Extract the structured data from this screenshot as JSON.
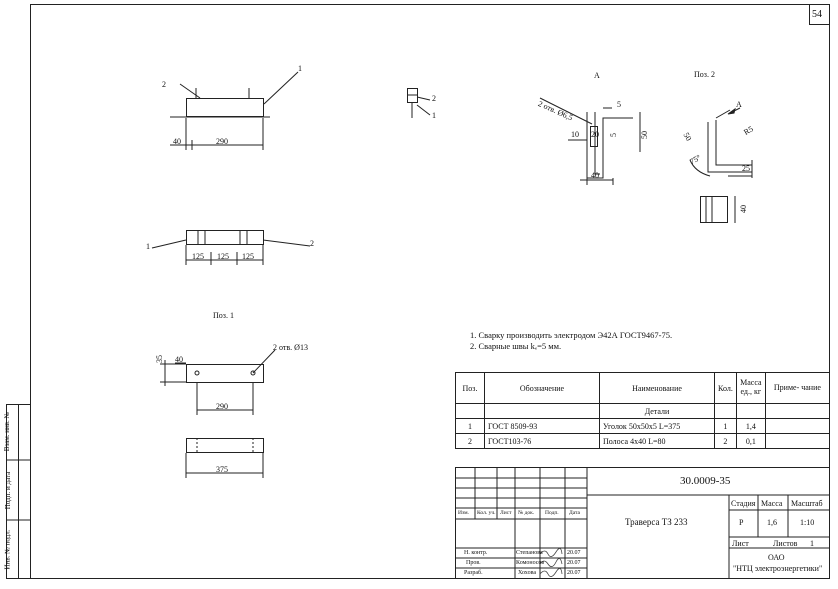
{
  "sheet_number": "54",
  "side_stamps": [
    "Взам. инв. №",
    "Подп. и дата",
    "Инв. № подл."
  ],
  "drawing": {
    "view_a_label": "А",
    "pos2_title": "Поз. 2",
    "pos1_title": "Поз. 1",
    "view_a_arrow": "А",
    "leaders": [
      "1",
      "2"
    ],
    "dims_assembly": [
      "40",
      "290"
    ],
    "dims_plan": [
      "125",
      "125",
      "125"
    ],
    "dims_section_a": [
      "2 отв. Ø6,5",
      "5",
      "10",
      "20",
      "5",
      "50",
      "40"
    ],
    "dims_pos2": [
      "50",
      "R5",
      "75°",
      "25",
      "40"
    ],
    "dims_pos1_top": [
      "35",
      "40",
      "2 отв. Ø13",
      "290"
    ],
    "dims_pos1_bottom": [
      "375"
    ]
  },
  "notes": [
    "1. Сварку производить электродом Э42А ГОСТ9467-75.",
    "2. Сварные швы kₑ=5 мм."
  ],
  "spec": {
    "headers": [
      "Поз.",
      "Обозначение",
      "Наименование",
      "Кол.",
      "Масса ед., кг",
      "Приме- чание"
    ],
    "section": "Детали",
    "rows": [
      {
        "pos": "1",
        "designation": "ГОСТ 8509-93",
        "name": "Уголок 50х50х5 L=375",
        "qty": "1",
        "mass": "1,4",
        "note": ""
      },
      {
        "pos": "2",
        "designation": "ГОСТ103-76",
        "name": "Полоса 4х40 L=80",
        "qty": "2",
        "mass": "0,1",
        "note": ""
      }
    ]
  },
  "title_block": {
    "code": "30.0009-35",
    "title": "Траверса ТЗ 233",
    "col_headers": [
      "Изм.",
      "Кол. уч.",
      "Лист",
      "№ док.",
      "Подп.",
      "Дата"
    ],
    "signers": [
      {
        "role": "Н. контр.",
        "name": "Степанова",
        "date": "20.07"
      },
      {
        "role": "Пров.",
        "name": "Комоносов",
        "date": "20.07"
      },
      {
        "role": "Разраб.",
        "name": "Хохова",
        "date": "20.07"
      }
    ],
    "stage_h": "Стадия",
    "mass_h": "Масса",
    "scale_h": "Масштаб",
    "stage": "Р",
    "mass": "1,6",
    "scale": "1:10",
    "sheet_label": "Лист",
    "sheets_label": "Листов",
    "sheets": "1",
    "org_line1": "ОАО",
    "org_line2": "\"НТЦ электроэнергетики\""
  }
}
